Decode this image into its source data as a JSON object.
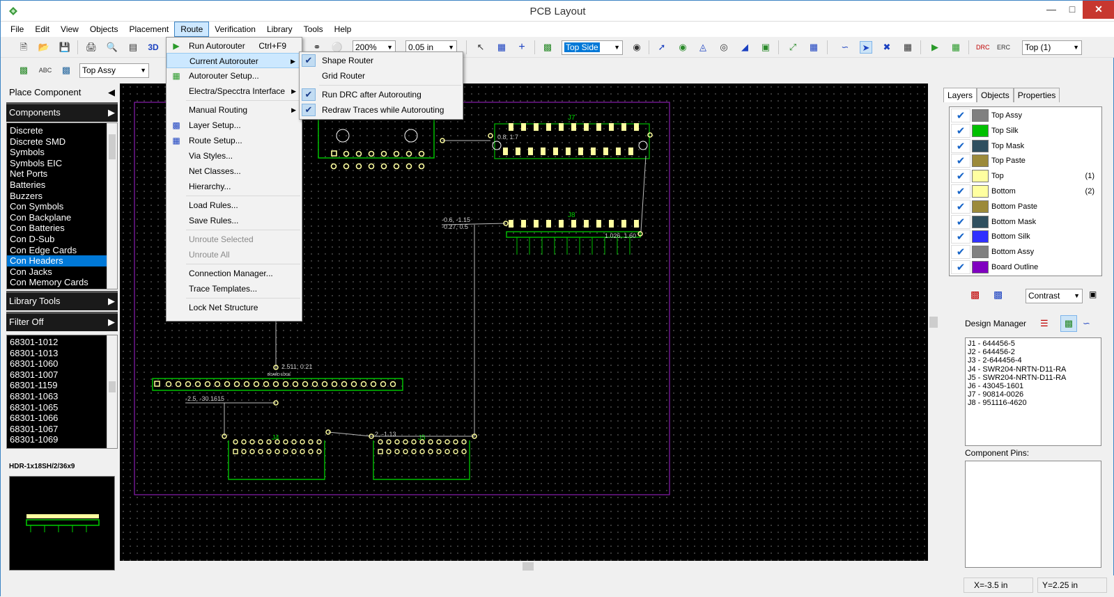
{
  "window": {
    "title": "PCB Layout",
    "app_icon": "pcb-app-icon",
    "buttons": [
      "minimize",
      "maximize",
      "close"
    ]
  },
  "menubar": [
    "File",
    "Edit",
    "View",
    "Objects",
    "Placement",
    "Route",
    "Verification",
    "Library",
    "Tools",
    "Help"
  ],
  "toolbar": {
    "zoom_value": "200%",
    "grid_value": "0.05 in",
    "side_value": "Top Side",
    "layer_value": "Top (1)",
    "label_3d": "3D",
    "assy_value": "Top Assy",
    "abc_label": "ABC"
  },
  "route_menu": {
    "items": [
      {
        "label": "Run Autorouter",
        "shortcut": "Ctrl+F9",
        "icon": "play-icon"
      },
      {
        "label": "Current Autorouter",
        "submenu": true,
        "highlighted": true
      },
      {
        "label": "Autorouter Setup...",
        "icon": "setup-icon"
      },
      {
        "label": "Electra/Specctra Interface",
        "submenu": true
      },
      {
        "label": "Manual Routing",
        "submenu": true
      },
      {
        "label": "Layer Setup...",
        "icon": "layer-setup-icon"
      },
      {
        "label": "Route Setup...",
        "icon": "route-setup-icon"
      },
      {
        "label": "Via Styles..."
      },
      {
        "label": "Net Classes..."
      },
      {
        "label": "Hierarchy..."
      },
      {
        "label": "Load Rules..."
      },
      {
        "label": "Save Rules..."
      },
      {
        "label": "Unroute Selected",
        "disabled": true
      },
      {
        "label": "Unroute All",
        "disabled": true
      },
      {
        "label": "Connection Manager..."
      },
      {
        "label": "Trace Templates..."
      },
      {
        "label": "Lock Net Structure"
      }
    ]
  },
  "autorouter_submenu": {
    "items": [
      {
        "label": "Shape Router",
        "checked": true
      },
      {
        "label": "Grid Router",
        "checked": false
      },
      {
        "label": "Run DRC after Autorouting",
        "checked": true
      },
      {
        "label": "Redraw Traces while Autorouting",
        "checked": true
      }
    ]
  },
  "left": {
    "place_component": "Place Component",
    "components_header": "Components",
    "components": [
      "Discrete",
      "Discrete SMD",
      "Symbols",
      "Symbols EIC",
      "Net Ports",
      "Batteries",
      "Buzzers",
      "Con Symbols",
      "Con Backplane",
      "Con Batteries",
      "Con D-Sub",
      "Con Edge Cards",
      "Con Headers",
      "Con Jacks",
      "Con Memory Cards"
    ],
    "selected_component": "Con Headers",
    "library_tools": "Library Tools",
    "filter": "Filter Off",
    "parts": [
      "68301-1012",
      "68301-1013",
      "68301-1060",
      "68301-1007",
      "68301-1159",
      "68301-1063",
      "68301-1065",
      "68301-1066",
      "68301-1067",
      "68301-1069"
    ],
    "preview_name": "HDR-1x18SH/2/36x9"
  },
  "right": {
    "tabs": [
      "Layers",
      "Objects",
      "Properties"
    ],
    "active_tab": "Layers",
    "layers": [
      {
        "name": "Top Assy",
        "color": "#808080",
        "num": ""
      },
      {
        "name": "Top Silk",
        "color": "#00c000",
        "num": ""
      },
      {
        "name": "Top Mask",
        "color": "#2f4f5f",
        "num": ""
      },
      {
        "name": "Top Paste",
        "color": "#9c8a3a",
        "num": ""
      },
      {
        "name": "Top",
        "color": "#ffffa0",
        "num": "(1)"
      },
      {
        "name": "Bottom",
        "color": "#ffffa0",
        "num": "(2)"
      },
      {
        "name": "Bottom Paste",
        "color": "#9c8a3a",
        "num": ""
      },
      {
        "name": "Bottom Mask",
        "color": "#2f4f5f",
        "num": ""
      },
      {
        "name": "Bottom Silk",
        "color": "#3030ff",
        "num": ""
      },
      {
        "name": "Bottom Assy",
        "color": "#808080",
        "num": ""
      },
      {
        "name": "Board Outline",
        "color": "#8000c0",
        "num": ""
      }
    ],
    "contrast_value": "Contrast",
    "design_manager_label": "Design Manager",
    "design_items": [
      "J1 - 644456-5",
      "J2 - 644456-2",
      "J3 - 2-644456-4",
      "J4 - SWR204-NRTN-D11-RA",
      "J5 - SWR204-NRTN-D11-RA",
      "J6 - 43045-1601",
      "J7 - 90814-0026",
      "J8 - 951116-4620"
    ],
    "component_pins_label": "Component Pins:"
  },
  "canvas": {
    "labels": {
      "j7": "J7",
      "j8": "J8",
      "j4": "J4",
      "j5": "J5",
      "coord_j7": "0.8, 1.7",
      "coord_left": "-0.6, -1.15",
      "coord_left2": "-0.27, 0.5",
      "coord_j8": "1.026, 1.60",
      "coord_hdr": "2.511, 0.21",
      "coord_hdr2": "-2.5, -30.1615",
      "coord_j5": "2, -1.13",
      "board_edge": "BOARD EDGE"
    }
  },
  "status": {
    "x": "X=-3.5 in",
    "y": "Y=2.25 in"
  }
}
